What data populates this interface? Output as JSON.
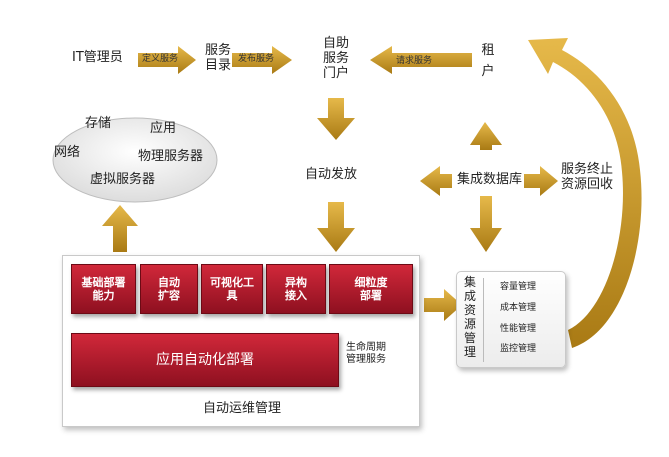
{
  "nodes": {
    "it_admin": "IT管理员",
    "service_catalog": [
      "服务",
      "目录"
    ],
    "self_service_portal": [
      "自助",
      "服务",
      "门户"
    ],
    "tenant": [
      "租",
      "户"
    ],
    "auto_provision": "自动发放",
    "integration_db": "集成数据库",
    "service_termination": [
      "服务终止",
      "资源回收"
    ],
    "cloud": {
      "storage": "存储",
      "application": "应用",
      "network": "网络",
      "physical_server": "物理服务器",
      "virtual_server": "虚拟服务器"
    }
  },
  "edge_labels": {
    "define_service": "定义服务",
    "publish_service": "发布服务",
    "request_service": "请求服务"
  },
  "ops_panel": {
    "capabilities": [
      [
        "基础部署",
        "能力"
      ],
      [
        "自动",
        "扩容"
      ],
      [
        "可视化工",
        "具"
      ],
      [
        "异构",
        "接入"
      ],
      [
        "细粒度",
        "部署"
      ]
    ],
    "app_deploy": "应用自动化部署",
    "lifecycle": [
      "生命周期",
      "管理服务"
    ],
    "title": "自动运维管理"
  },
  "integrated_mgmt": {
    "title": [
      "集",
      "成",
      "资",
      "源",
      "管",
      "理"
    ],
    "items": [
      "容量管理",
      "成本管理",
      "性能管理",
      "监控管理"
    ]
  },
  "colors": {
    "arrow_gold": "#c8931f",
    "arrow_gold_dark": "#8a6410",
    "red": "#b51a2c"
  }
}
